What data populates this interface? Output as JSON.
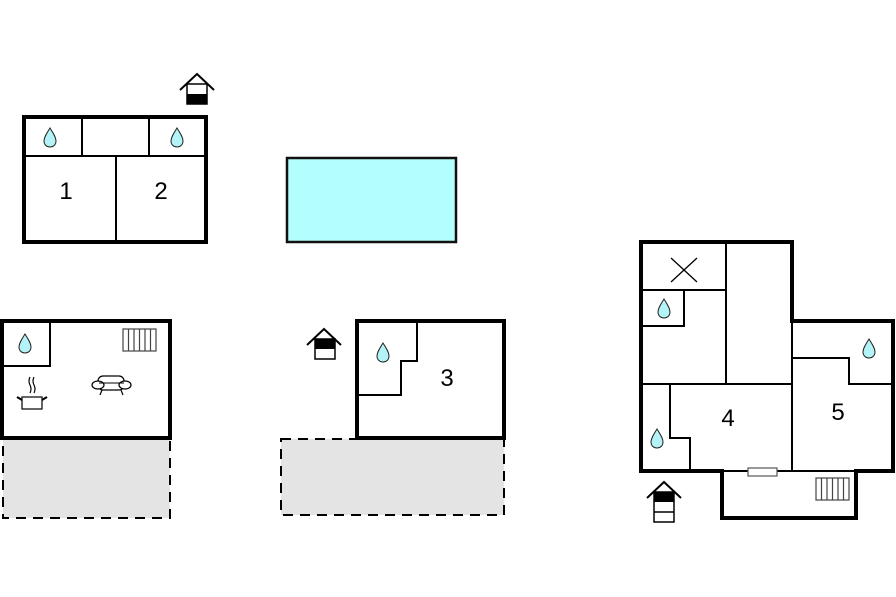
{
  "diagram": {
    "type": "floor-plan",
    "colors": {
      "wall": "#000000",
      "pool": "#b3fefe",
      "water_drop": "#b3f2f6",
      "terrace": "#e4e4e4",
      "background": "#ffffff"
    },
    "buildings": [
      {
        "id": "annex-bedrooms",
        "rooms": [
          {
            "label": "1",
            "type": "bedroom"
          },
          {
            "label": "2",
            "type": "bedroom"
          },
          {
            "label": "",
            "type": "bathroom"
          },
          {
            "label": "",
            "type": "hallway"
          },
          {
            "label": "",
            "type": "bathroom"
          }
        ],
        "icons": [
          "entrance-icon"
        ]
      },
      {
        "id": "pool",
        "rooms": [
          {
            "label": "",
            "type": "pool"
          }
        ]
      },
      {
        "id": "living-annex",
        "rooms": [
          {
            "label": "",
            "type": "bathroom"
          },
          {
            "label": "",
            "type": "living-kitchen"
          },
          {
            "label": "",
            "type": "terrace"
          }
        ],
        "icons": [
          "kitchen-icon",
          "sofa-icon",
          "radiator-icon"
        ]
      },
      {
        "id": "annex-room-3",
        "rooms": [
          {
            "label": "3",
            "type": "bedroom"
          },
          {
            "label": "",
            "type": "bathroom"
          },
          {
            "label": "",
            "type": "terrace"
          }
        ],
        "icons": [
          "entrance-icon"
        ]
      },
      {
        "id": "main-house",
        "rooms": [
          {
            "label": "4",
            "type": "bedroom"
          },
          {
            "label": "5",
            "type": "bedroom"
          },
          {
            "label": "",
            "type": "utility"
          },
          {
            "label": "",
            "type": "bathroom"
          },
          {
            "label": "",
            "type": "bathroom"
          },
          {
            "label": "",
            "type": "bathroom"
          },
          {
            "label": "",
            "type": "hallway"
          }
        ],
        "icons": [
          "entrance-icon",
          "radiator-icon",
          "window-icon",
          "utility-x-icon"
        ]
      }
    ],
    "room_labels": {
      "r1": "1",
      "r2": "2",
      "r3": "3",
      "r4": "4",
      "r5": "5"
    }
  }
}
